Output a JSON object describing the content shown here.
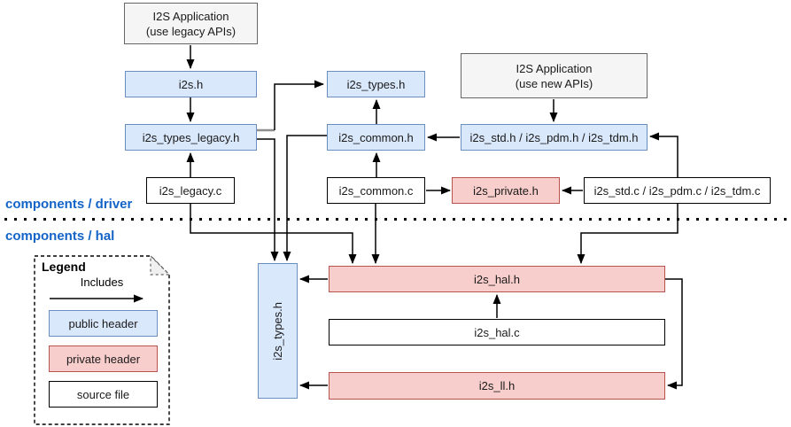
{
  "regions": {
    "driver_label": "components / driver",
    "hal_label": "components / hal"
  },
  "nodes": {
    "app_legacy": {
      "line1": "I2S Application",
      "line2": "(use legacy APIs)"
    },
    "app_new": {
      "line1": "I2S Application",
      "line2": "(use new APIs)"
    },
    "i2s_h": {
      "label": "i2s.h"
    },
    "i2s_types_legacy_h": {
      "label": "i2s_types_legacy.h"
    },
    "i2s_legacy_c": {
      "label": "i2s_legacy.c"
    },
    "i2s_types_h_driver": {
      "label": "i2s_types.h"
    },
    "i2s_common_h": {
      "label": "i2s_common.h"
    },
    "i2s_common_c": {
      "label": "i2s_common.c"
    },
    "i2s_private_h": {
      "label": "i2s_private.h"
    },
    "i2s_std_h": {
      "label": "i2s_std.h / i2s_pdm.h / i2s_tdm.h"
    },
    "i2s_std_c": {
      "label": "i2s_std.c / i2s_pdm.c / i2s_tdm.c"
    },
    "i2s_types_h_hal": {
      "label": "i2s_types.h"
    },
    "i2s_hal_h": {
      "label": "i2s_hal.h"
    },
    "i2s_hal_c": {
      "label": "i2s_hal.c"
    },
    "i2s_ll_h": {
      "label": "i2s_ll.h"
    }
  },
  "legend": {
    "title": "Legend",
    "arrow_label": "Includes",
    "items": [
      {
        "label": "public header",
        "type": "public"
      },
      {
        "label": "private header",
        "type": "private"
      },
      {
        "label": "source file",
        "type": "source"
      }
    ]
  },
  "colors": {
    "public_fill": "#dae8fc",
    "public_border": "#6c8ebf",
    "private_fill": "#f8cecc",
    "private_border": "#b85450",
    "app_fill": "#f5f5f5",
    "app_border": "#666666",
    "source_border": "#000000",
    "region_label": "#1464c8",
    "edge": "#000000"
  }
}
